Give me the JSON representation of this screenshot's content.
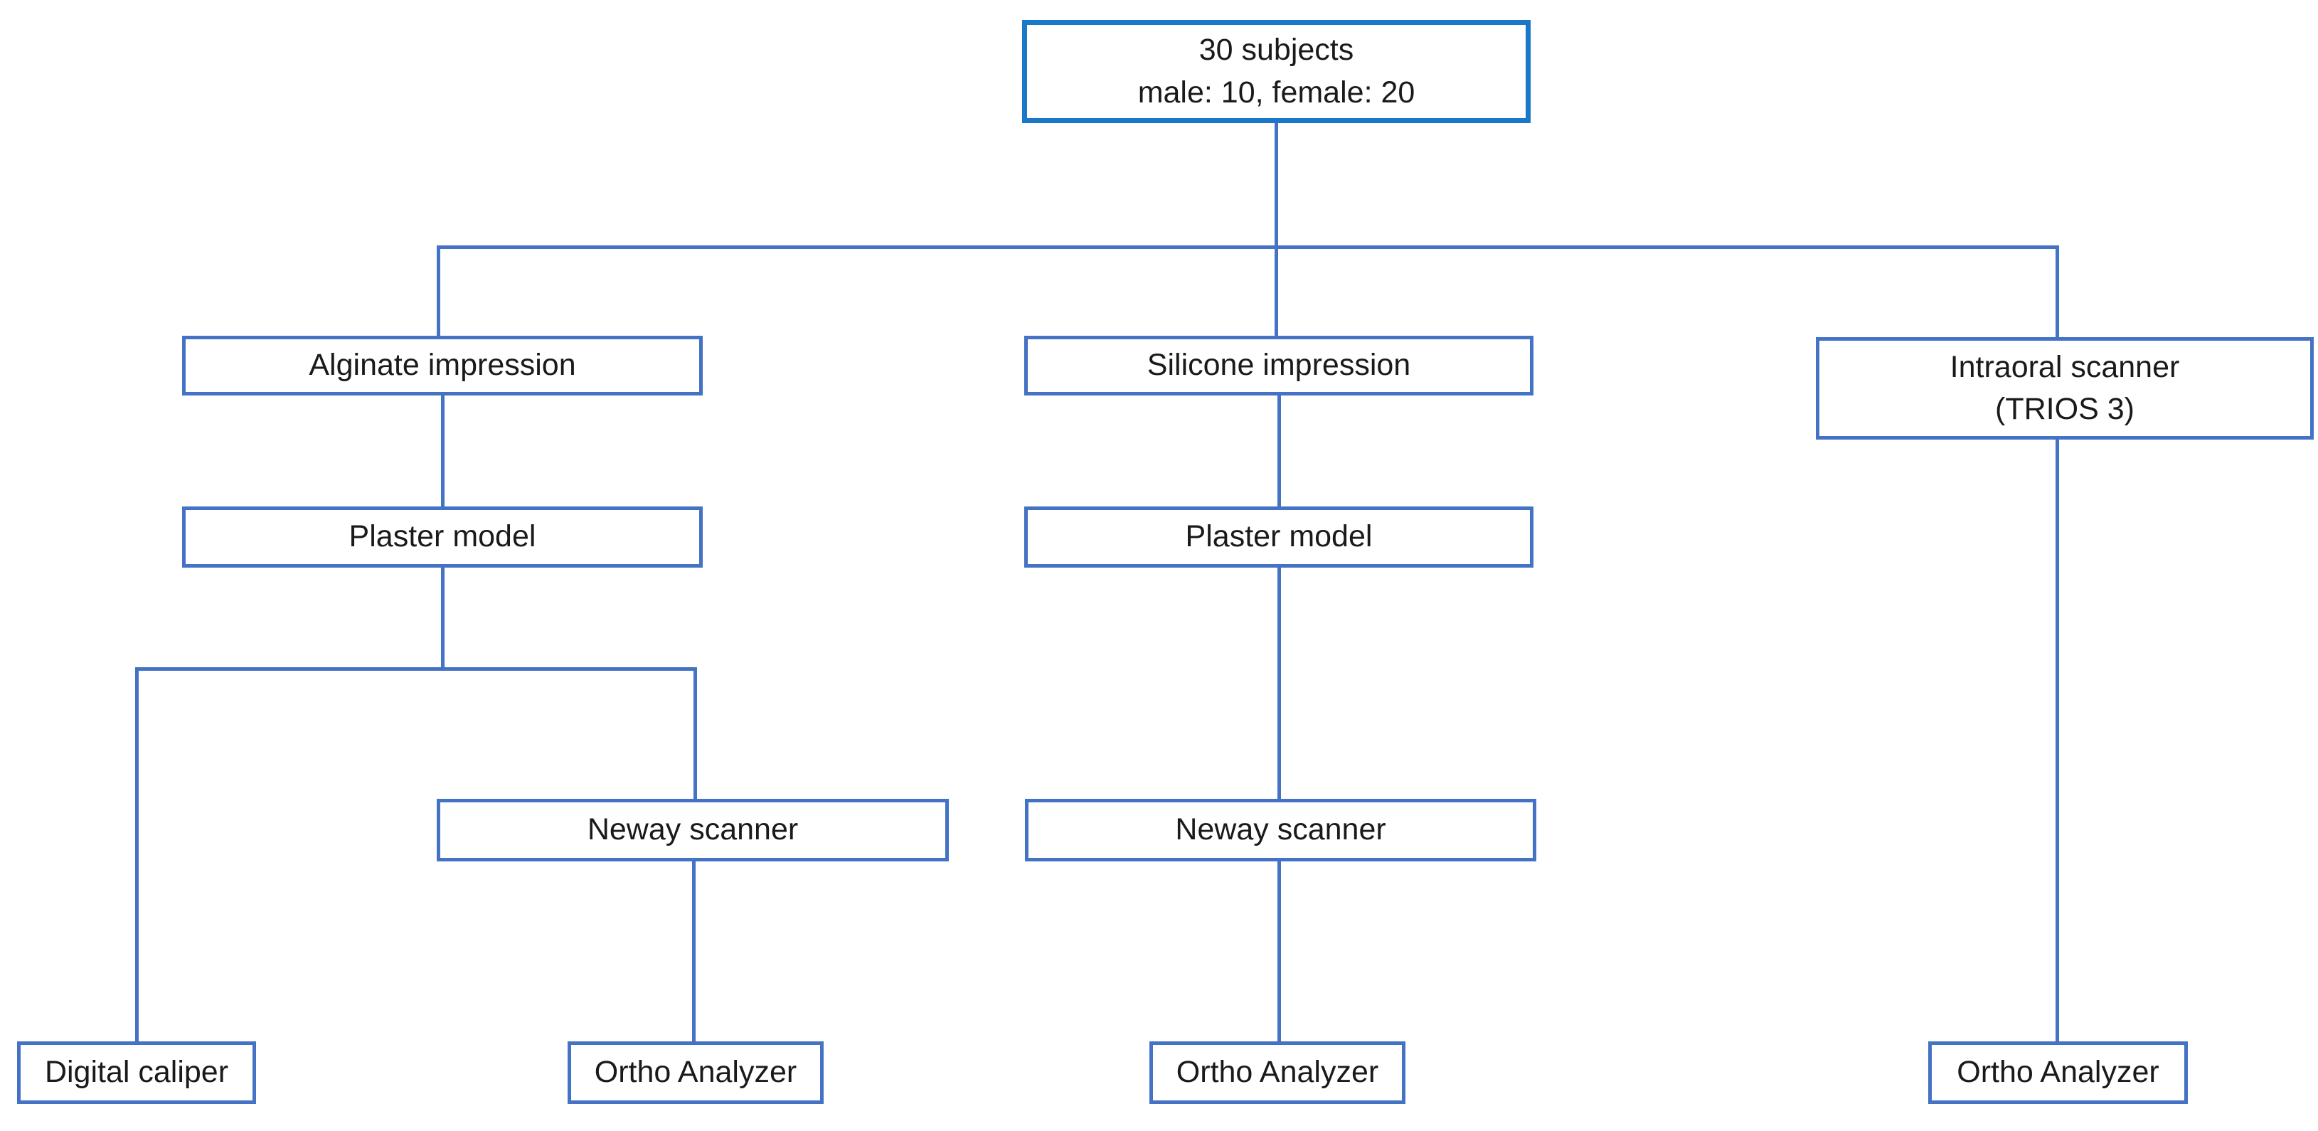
{
  "diagram": {
    "type": "flowchart",
    "description": "Study design flowchart: 30 subjects split into three measurement workflows",
    "colors": {
      "root_box_border": "#1b77c8",
      "node_border": "#4472c4",
      "connector": "#4472c4",
      "text": "#1a1a1a",
      "background": "#ffffff"
    },
    "nodes": {
      "root": {
        "label_line1": "30 subjects",
        "label_line2": "male: 10, female: 20"
      },
      "alginate": {
        "label": "Alginate impression"
      },
      "silicone": {
        "label": "Silicone impression"
      },
      "intraoral": {
        "label_line1": "Intraoral scanner",
        "label_line2": "(TRIOS 3)"
      },
      "plaster_left": {
        "label": "Plaster model"
      },
      "plaster_mid": {
        "label": "Plaster model"
      },
      "neway_left": {
        "label": "Neway scanner"
      },
      "neway_mid": {
        "label": "Neway scanner"
      },
      "digital_caliper": {
        "label": "Digital caliper"
      },
      "ortho_left": {
        "label": "Ortho Analyzer"
      },
      "ortho_mid": {
        "label": "Ortho Analyzer"
      },
      "ortho_right": {
        "label": "Ortho Analyzer"
      }
    },
    "edges": [
      "root -> alginate",
      "root -> silicone",
      "root -> intraoral",
      "alginate -> plaster_left",
      "plaster_left -> digital_caliper",
      "plaster_left -> neway_left",
      "neway_left -> ortho_left",
      "silicone -> plaster_mid",
      "plaster_mid -> neway_mid",
      "neway_mid -> ortho_mid",
      "intraoral -> ortho_right"
    ]
  }
}
